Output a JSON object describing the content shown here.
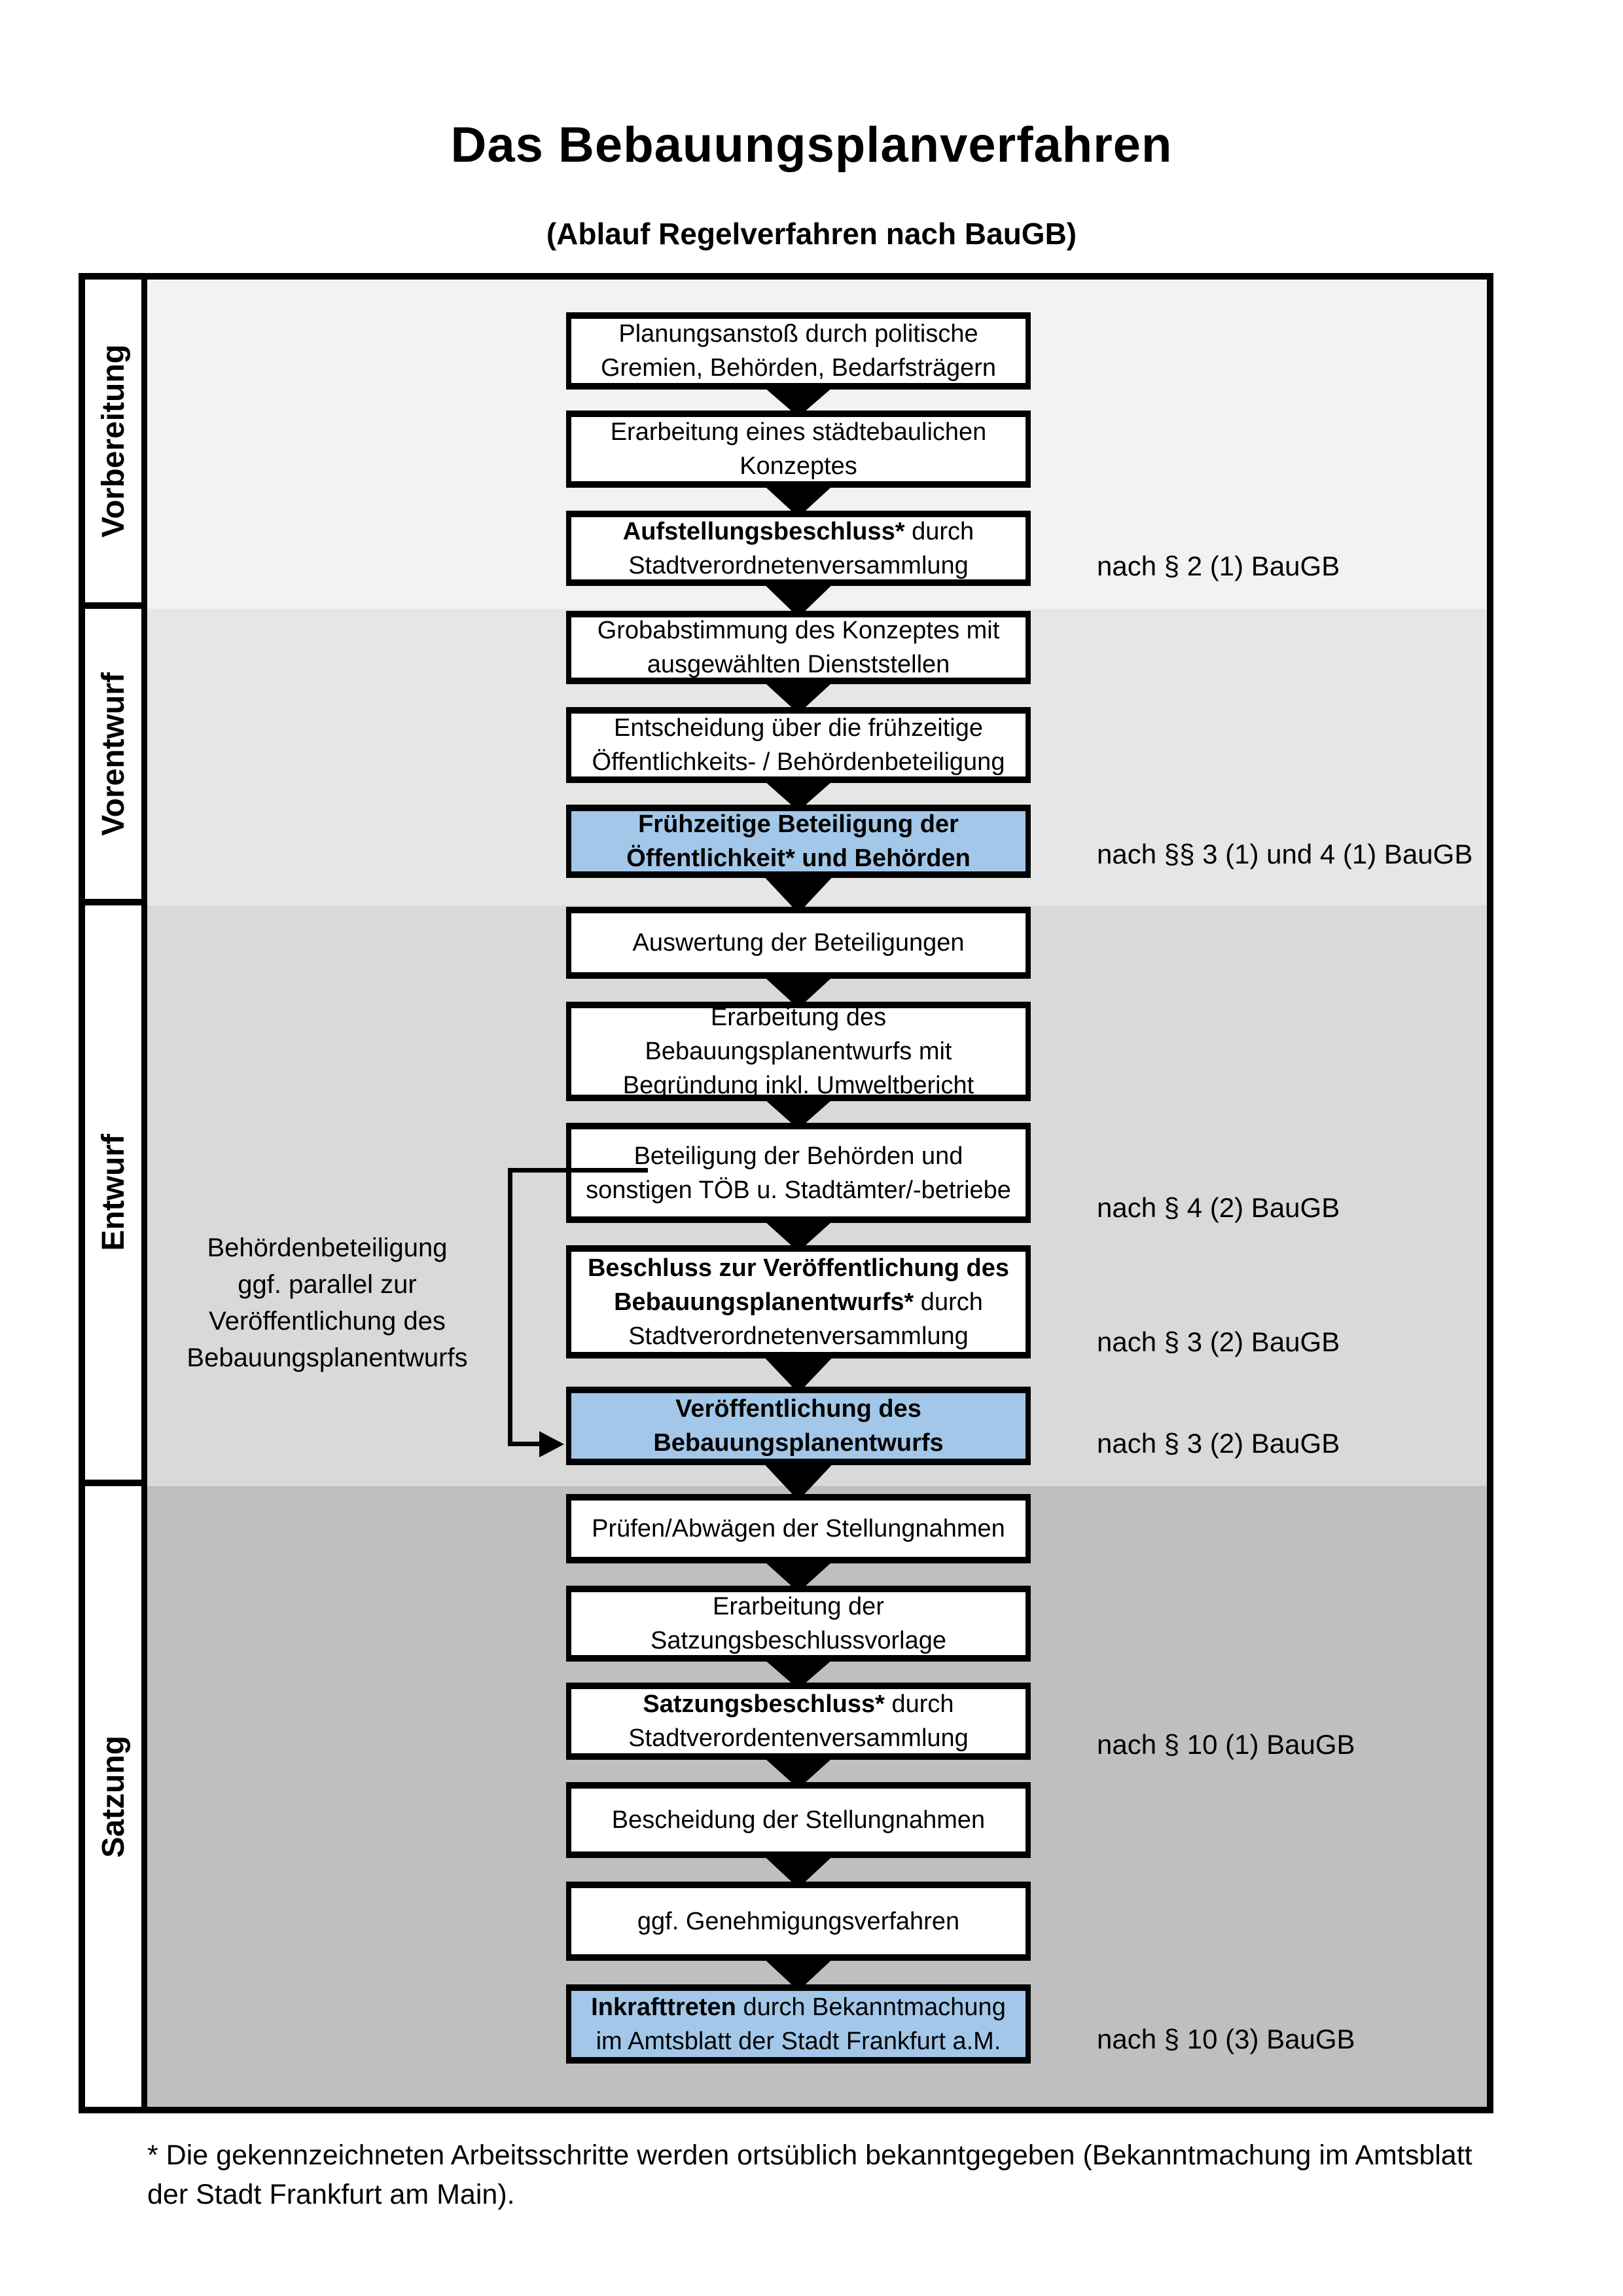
{
  "page": {
    "title": "Das Bebauungsplanverfahren",
    "subtitle": "(Ablauf Regelverfahren nach BauGB)"
  },
  "colors": {
    "band_vorbereitung": "#F2F2F2",
    "band_vorentwurf": "#E6E6E6",
    "band_entwurf": "#D9D9D9",
    "band_satzung": "#BFBFBF",
    "highlight_blue": "#A3C7E8",
    "line_black": "#000000"
  },
  "bands": [
    {
      "label": "Vorbereitung"
    },
    {
      "label": "Vorentwurf"
    },
    {
      "label": "Entwurf"
    },
    {
      "label": "Satzung"
    }
  ],
  "side_note": "Behördenbeteiligung\nggf. parallel zur\nVeröffentlichung des\nBebauungsplanentwurfs",
  "boxes": [
    {
      "bold": "",
      "text": "Planungsanstoß durch politische\nGremien, Behörden, Bedarfsträgern",
      "highlighted": false
    },
    {
      "bold": "",
      "text": "Erarbeitung eines städtebaulichen\nKonzeptes",
      "highlighted": false
    },
    {
      "bold": "Aufstellungsbeschluss*",
      "text": " durch\nStadtverordnetenversammlung",
      "highlighted": false
    },
    {
      "bold": "",
      "text": "Grobabstimmung des Konzeptes mit\nausgewählten Dienststellen",
      "highlighted": false
    },
    {
      "bold": "",
      "text": "Entscheidung über die frühzeitige\nÖffentlichkeits- / Behördenbeteiligung",
      "highlighted": false
    },
    {
      "bold": "Frühzeitige Beteiligung der\nÖffentlichkeit* und Behörden",
      "text": "",
      "highlighted": true
    },
    {
      "bold": "",
      "text": "Auswertung der Beteiligungen",
      "highlighted": false
    },
    {
      "bold": "",
      "text": "Erarbeitung des\nBebauungsplanentwurfs mit\nBegründung inkl. Umweltbericht",
      "highlighted": false
    },
    {
      "bold": "",
      "text": "Beteiligung der Behörden und\nsonstigen TÖB u. Stadtämter/-betriebe",
      "highlighted": false
    },
    {
      "bold": "Beschluss zur Veröffentlichung des\nBebauungsplanentwurfs*",
      "text": " durch\nStadtverordnetenversammlung",
      "highlighted": false
    },
    {
      "bold": "Veröffentlichung des\nBebauungsplanentwurfs",
      "text": "",
      "highlighted": true
    },
    {
      "bold": "",
      "text": "Prüfen/Abwägen der Stellungnahmen",
      "highlighted": false
    },
    {
      "bold": "",
      "text": "Erarbeitung der\nSatzungsbeschlussvorlage",
      "highlighted": false
    },
    {
      "bold": "Satzungsbeschluss*",
      "text": " durch\nStadtverordentenversammlung",
      "highlighted": false
    },
    {
      "bold": "",
      "text": "Bescheidung der Stellungnahmen",
      "highlighted": false
    },
    {
      "bold": "",
      "text": "ggf. Genehmigungsverfahren",
      "highlighted": false
    },
    {
      "bold": "Inkrafttreten",
      "text": " durch Bekanntmachung\nim Amtsblatt der Stadt Frankfurt a.M.",
      "highlighted": true
    }
  ],
  "annotations": [
    "nach § 2 (1) BauGB",
    "nach §§ 3 (1) und 4 (1) BauGB",
    "nach § 4 (2) BauGB",
    "nach § 3 (2) BauGB",
    "nach § 3 (2) BauGB",
    "nach § 10 (1) BauGB",
    "nach § 10 (3) BauGB"
  ],
  "footnote": {
    "star": "*",
    "text": " Die gekennzeichneten Arbeitsschritte werden ortsüblich bekanntgegeben (Bekanntmachung im Amtsblatt  der Stadt Frankfurt am Main)."
  }
}
